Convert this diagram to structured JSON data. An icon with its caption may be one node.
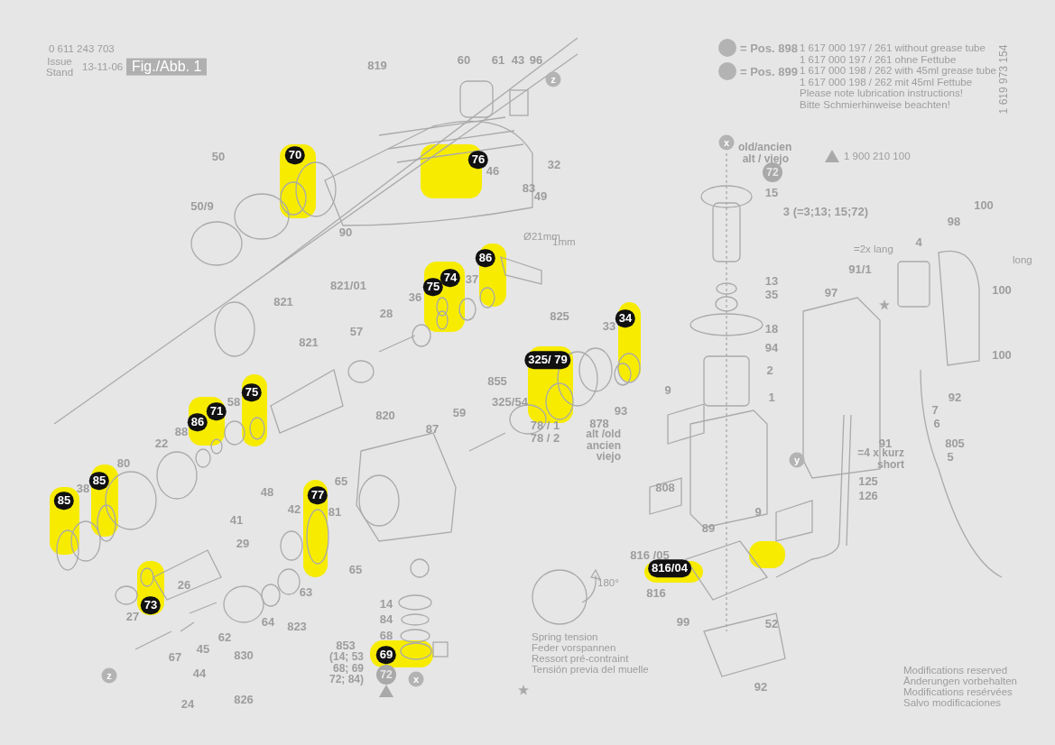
{
  "diagram": {
    "labels": [
      "0 611 243 703",
      "Issue Stand",
      "13-11-06",
      "Fig./Abb. 1",
      "1 619 973 154",
      "1 617 000 197 / 261 without grease tube",
      "1 617 000 197 / 261 ohne Fettube",
      "1 617 000 198 / 262 with 45ml grease tube",
      "1 617 000 198 / 262 mit 45ml Fettube",
      "Please note lubrication instructions!",
      "Bitte Schmierhinweise beachten!",
      "819",
      "60",
      "61",
      "43",
      "96",
      "z",
      "50",
      "50/9",
      "70",
      "76",
      "46",
      "32",
      "83",
      "49",
      "90",
      "Ø21mm",
      "1mm",
      "86",
      "74",
      "75",
      "37",
      "36",
      "821/01",
      "821",
      "28",
      "57",
      "821",
      "825",
      "325/ 79",
      "33",
      "34",
      "855",
      "325/54",
      "878",
      "alt /old ancien viejo",
      "93",
      "78 / 1",
      "78 / 2",
      "820",
      "87",
      "59",
      "58",
      "75",
      "71",
      "86",
      "88",
      "22",
      "80",
      "38",
      "85",
      "85",
      "77",
      "42",
      "65",
      "81",
      "48",
      "41",
      "29",
      "65",
      "26",
      "73",
      "27",
      "63",
      "64",
      "62",
      "830",
      "823",
      "67",
      "45",
      "44",
      "24",
      "826",
      "z",
      "14",
      "84",
      "68",
      "853",
      "(14; 53 68; 69 72; 84)",
      "69",
      "72",
      "x",
      "x",
      "old/ancien alt / viejo",
      "1 900 210 100",
      "72",
      "15",
      "3 (=3;13; 15;72)",
      "13",
      "35",
      "18",
      "94",
      "2",
      "1",
      "9",
      "100",
      "98",
      "long",
      "=2x lang",
      "4",
      "91/1",
      "97",
      "100",
      "100",
      "92",
      "7",
      "6",
      "91",
      "=4 x kurz short",
      "805",
      "5",
      "y",
      "808",
      "9",
      "125",
      "126",
      "89",
      "816 /05",
      "816/04",
      "816",
      "99",
      "52",
      "92",
      "180°",
      "Spring tension",
      "Feder vorspannen",
      "Ressort pré-contraint",
      "Tensión previa del muelle",
      "Modifications reserved",
      "Änderungen vorbehalten",
      "Modifications resérvées",
      "Salvo modificaciones"
    ],
    "legend": [
      {
        "text": "= Pos. 898",
        "color": "#b3b3b3"
      },
      {
        "text": "= Pos. 899",
        "color": "#b3b3b3"
      }
    ]
  }
}
